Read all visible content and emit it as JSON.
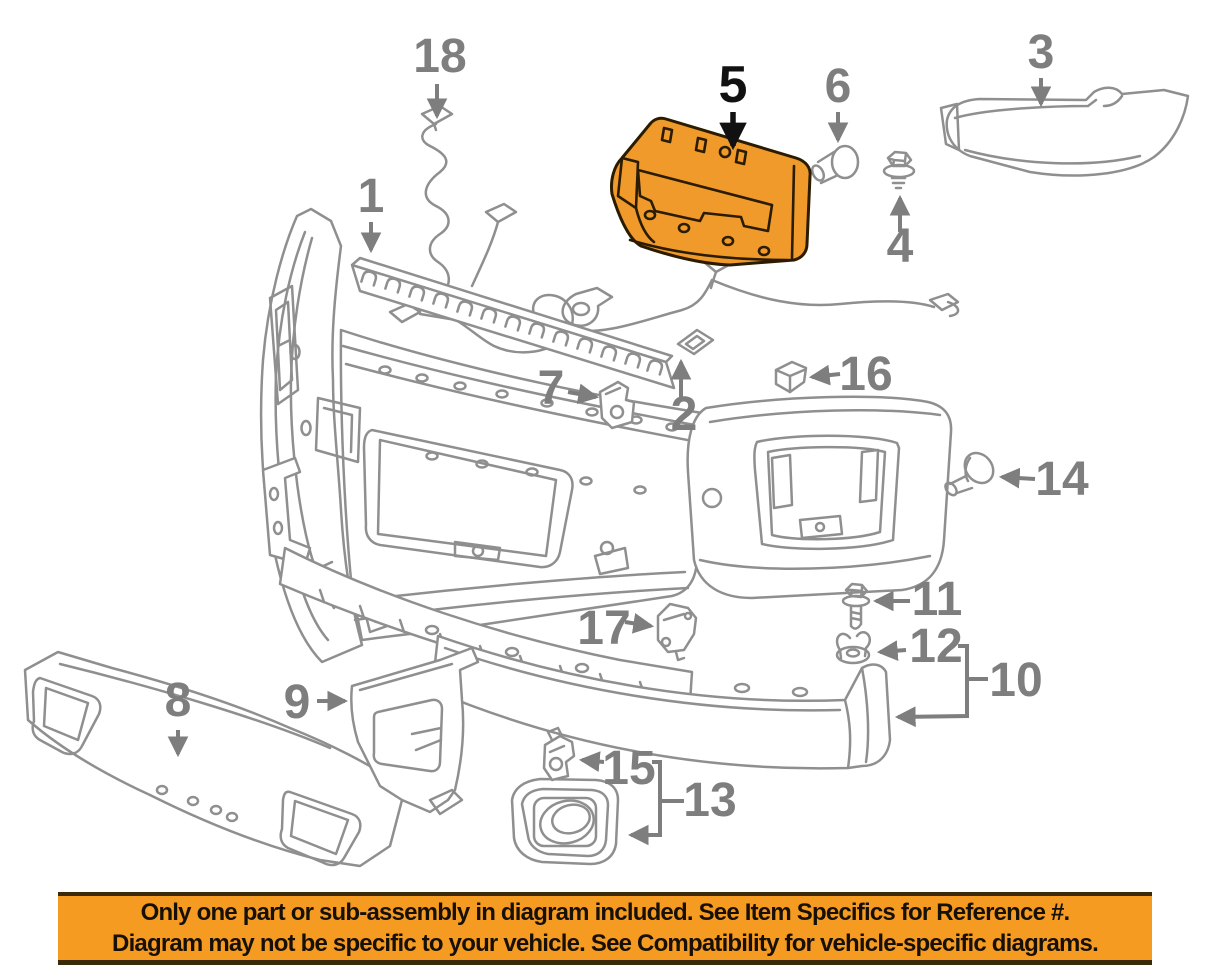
{
  "diagram": {
    "description": "Exploded parts diagram of a truck front bumper assembly",
    "highlighted_callout": "5",
    "callouts": {
      "c1": "1",
      "c2": "2",
      "c3": "3",
      "c4": "4",
      "c5": "5",
      "c6": "6",
      "c7": "7",
      "c8": "8",
      "c9": "9",
      "c10": "10",
      "c11": "11",
      "c12": "12",
      "c13": "13",
      "c14": "14",
      "c15": "15",
      "c16": "16",
      "c17": "17",
      "c18": "18"
    },
    "colors": {
      "line": "#8f8f8f",
      "callout_text": "#7e7e7e",
      "highlight_fill": "#F09A2B",
      "highlight_stroke": "#2b1c00",
      "highlight_arrow": "#111111",
      "banner_background": "#F59B22",
      "banner_text": "#171007",
      "background": "#ffffff"
    }
  },
  "banner": {
    "line1": "Only one part or sub-assembly in diagram included. See Item Specifics for Reference #.",
    "line2": "Diagram may not be specific to your vehicle. See Compatibility for vehicle-specific diagrams."
  }
}
